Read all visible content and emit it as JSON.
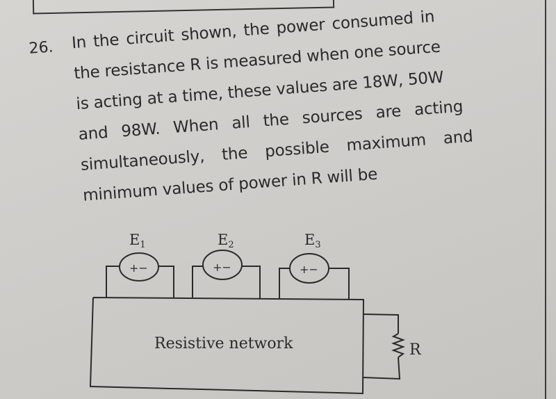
{
  "question": {
    "number": "26.",
    "lines": [
      "In the circuit shown, the power consumed in",
      "the resistance R is measured when one source",
      "is acting at a time, these values are 18W, 50W",
      "and 98W. When all the sources are acting",
      "simultaneously, the possible maximum and",
      "minimum values of power in R will be"
    ],
    "given_powers_w": [
      18,
      50,
      98
    ]
  },
  "circuit": {
    "sources": [
      {
        "label": "E",
        "subscript": "1",
        "polarity": "+−"
      },
      {
        "label": "E",
        "subscript": "2",
        "polarity": "+−"
      },
      {
        "label": "E",
        "subscript": "3",
        "polarity": "+−"
      }
    ],
    "network_label": "Resistive network",
    "resistor_label": "R"
  }
}
